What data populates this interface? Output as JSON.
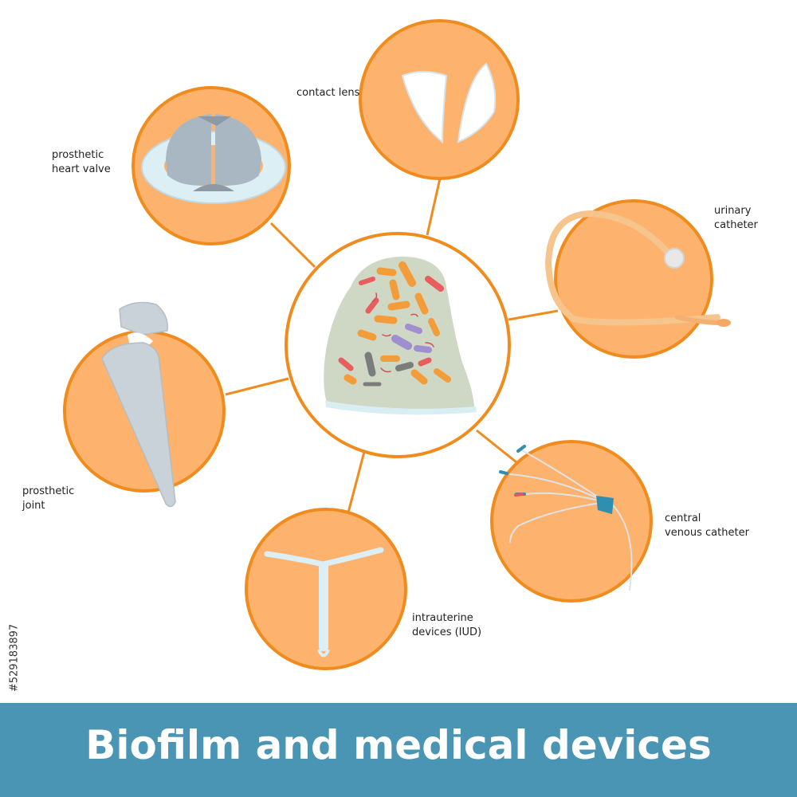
{
  "title": "Biofilm and medical devices",
  "stock_id": "#529183897",
  "colors": {
    "circle_fill": "#fdb26d",
    "circle_stroke": "#f08c1e",
    "banner": "#4a95b3",
    "biofilm_matrix": "#cfd8c4",
    "device_gray": "#c8d2d8"
  },
  "devices": [
    {
      "id": "contact-lens",
      "label": "contact lens"
    },
    {
      "id": "prosthetic-heart-valve",
      "label": "prosthetic\nheart valve"
    },
    {
      "id": "urinary-catheter",
      "label": "urinary\ncatheter"
    },
    {
      "id": "prosthetic-joint",
      "label": "prosthetic\njoint"
    },
    {
      "id": "central-venous-catheter",
      "label": "central\nvenous catheter"
    },
    {
      "id": "intrauterine-devices",
      "label": "intrauterine\ndevices (IUD)"
    }
  ]
}
